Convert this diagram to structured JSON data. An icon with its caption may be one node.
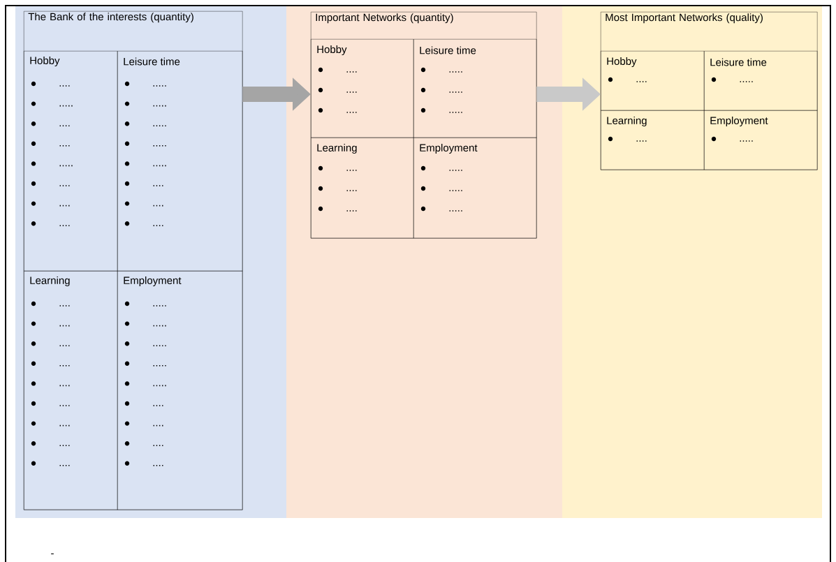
{
  "diagram": {
    "nodes": [
      {
        "text": [
          "The Bank of the interests (quantity)"
        ]
      },
      {
        "text": [
          "Hobby",
          "....",
          ".....",
          "....",
          "....",
          ".....",
          "....",
          "....",
          "...."
        ],
        "in": 0
      },
      {
        "text": [
          "Leisure time",
          ".....",
          ".....",
          ".....",
          ".....",
          ".....",
          "....",
          "....",
          "...."
        ],
        "in": 0
      },
      {
        "text": [
          "Learning",
          "....",
          "....",
          "....",
          "....",
          "....",
          "....",
          "....",
          "....",
          "...."
        ],
        "in": 0
      },
      {
        "text": [
          "Employment",
          ".....",
          ".....",
          ".....",
          ".....",
          ".....",
          "....",
          "....",
          "....",
          "...."
        ],
        "in": 0
      },
      {
        "text": [
          "Important Networks (quantity)"
        ]
      },
      {
        "text": [
          "Hobby",
          "....",
          "....",
          "...."
        ],
        "in": 5
      },
      {
        "text": [
          "Leisure time",
          ".....",
          ".....",
          "....."
        ],
        "in": 5
      },
      {
        "text": [
          "Learning",
          "....",
          "....",
          "...."
        ],
        "in": 5
      },
      {
        "text": [
          "Employment",
          ".....",
          ".....",
          "....."
        ],
        "in": 5
      },
      {
        "text": [
          "Most Important Networks (quality)"
        ]
      },
      {
        "text": [
          "Hobby",
          "...."
        ],
        "in": 10
      },
      {
        "text": [
          "Leisure time",
          "....."
        ],
        "in": 10
      },
      {
        "text": [
          "Learning",
          "...."
        ],
        "in": 10
      },
      {
        "text": [
          "Employment",
          "....."
        ],
        "in": 10
      }
    ],
    "edges": [
      {
        "from": 0,
        "to": 5,
        "arrow": "to",
        "color": "#a5a5a5"
      },
      {
        "from": 5,
        "to": 10,
        "arrow": "to",
        "color": "#c9c9c9"
      }
    ],
    "labels": [
      "-"
    ]
  }
}
